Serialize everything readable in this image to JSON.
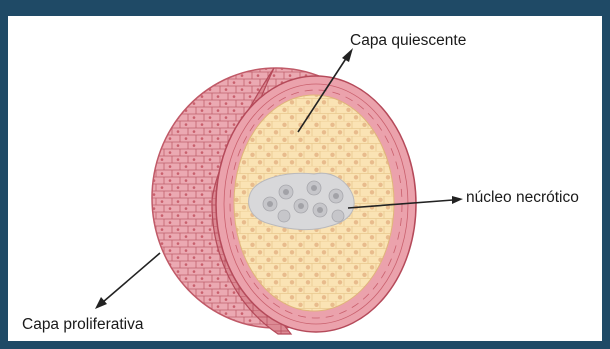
{
  "labels": {
    "quiescent": "Capa quiescente",
    "necrotic": "núcleo necrótico",
    "proliferative": "Capa proliferativa"
  },
  "colors": {
    "background": "#1f4a66",
    "panel": "#ffffff",
    "proliferative_outer": "#e9a1ab",
    "proliferative_edge": "#c9606d",
    "cell_line": "#b54a5a",
    "quiescent_fill": "#fae3b4",
    "quiescent_nucleus": "#e7b98a",
    "necrotic_fill": "#d6d6d8",
    "necrotic_nucleus": "#a9a9ad",
    "arrow": "#222222"
  }
}
